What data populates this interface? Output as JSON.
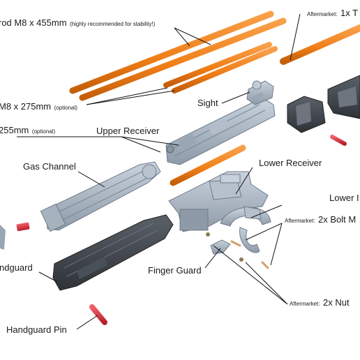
{
  "labels": {
    "rod_long": "rod M8 x 455mm",
    "rod_long_note": "(highly recommended for stability!)",
    "rod_mid": "M8 x 275mm",
    "rod_mid_note": "(optional)",
    "rod_short": "255mm",
    "rod_short_note": "(optional)",
    "aftermarket_top_prefix": "Aftermarket:",
    "aftermarket_top": "1x T",
    "sight": "Sight",
    "upper_receiver": "Upper Receiver",
    "gas_channel": "Gas Channel",
    "lower_receiver": "Lower Receiver",
    "lower_right": "Lower I",
    "bolt_prefix": "Aftermarket:",
    "bolt": "2x Bolt M",
    "handguard": "ndguard",
    "finger_guard": "Finger Guard",
    "nut_prefix": "Aftermarket:",
    "nut": "2x Nut",
    "handguard_pin": "Handguard Pin"
  },
  "colors": {
    "orange_rod": "#f07f1a",
    "part_light": "#aab6c4",
    "part_dark": "#3c4148",
    "pin_red": "#e0303a",
    "leader": "#111111"
  }
}
